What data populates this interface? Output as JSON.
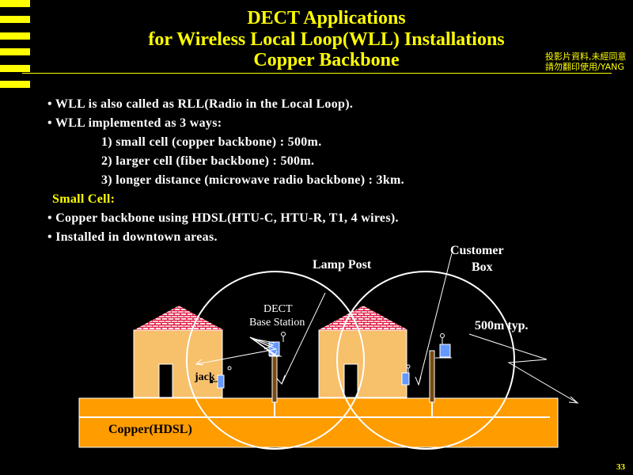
{
  "title": {
    "line1": "DECT Applications",
    "line2": "for Wireless Local Loop(WLL) Installations",
    "line3": "Copper Backbone"
  },
  "notice": {
    "line1": "投影片資料,未經同意",
    "line2": "請勿翻印使用/YANG"
  },
  "bullets": [
    "• WLL is also called as RLL(Radio in the Local Loop).",
    "• WLL implemented as 3 ways:",
    "1) small cell (copper backbone) : 500m.",
    "2) larger cell (fiber backbone) : 500m.",
    "3) longer distance (microwave radio backbone) : 3km.",
    "Small Cell:",
    "• Copper backbone using HDSL(HTU-C, HTU-R, T1, 4 wires).",
    "• Installed in downtown areas."
  ],
  "diagram": {
    "lamp_post": "Lamp Post",
    "customer_box_1": "Customer",
    "customer_box_2": "Box",
    "dect_1": "DECT",
    "dect_2": "Base Station",
    "range": "500m typ.",
    "jack": "jack",
    "copper": "Copper(HDSL)"
  },
  "page_number": "33",
  "colors": {
    "accent": "#ffff00",
    "ground": "#ff9c00",
    "house": "#f7c06b",
    "roof": "#e0103a",
    "device": "#6699ff"
  }
}
